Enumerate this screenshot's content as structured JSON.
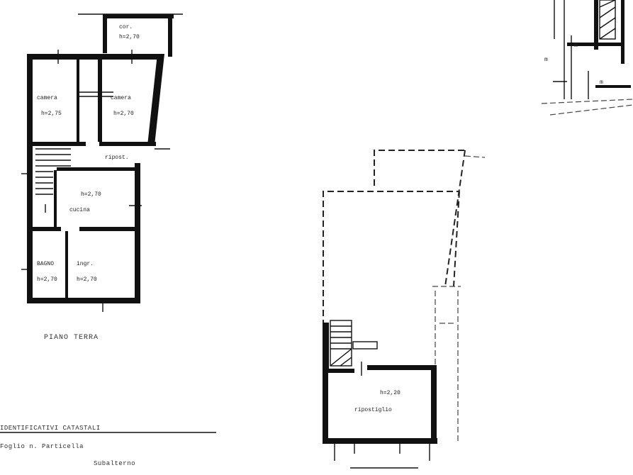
{
  "ground_floor": {
    "caption": "PIANO TERRA",
    "rooms": [
      {
        "name": "camera",
        "area": "h=2,75"
      },
      {
        "name": "camera",
        "area": "h=2,70"
      },
      {
        "name": "",
        "area": "h=2,70"
      },
      {
        "name": "cucina",
        "area": "h=2,70"
      },
      {
        "name": "BAGNO",
        "area": "h=2,70"
      },
      {
        "name": "ingr.",
        "area": "h=2,70"
      }
    ],
    "annotations": [
      "cor.",
      "ripost."
    ]
  },
  "upper_floor": {
    "rooms": [
      {
        "name": "ripostiglio",
        "area": "h=2,20"
      }
    ]
  },
  "legend_lines": [
    "IDENTIFICATIVI CATASTALI",
    "Foglio n.  Particella",
    "Subalterno"
  ],
  "detail_fragment": {
    "labels": [
      "m",
      "m",
      "m"
    ]
  }
}
